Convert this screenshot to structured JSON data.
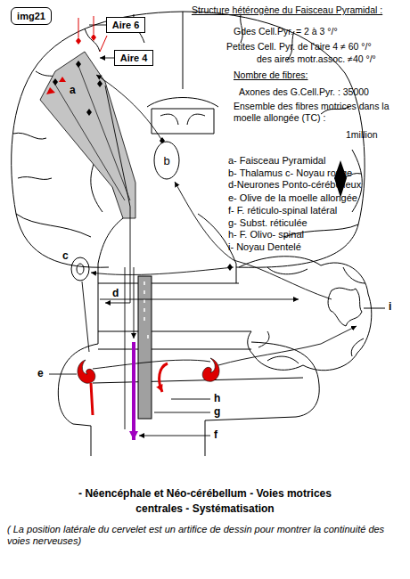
{
  "diagram": {
    "caption": "- Néencéphale et Néo-cérébellum - Voies motrices centrales - Systématisation",
    "nodes": [
      {
        "text": [
          "img21"
        ]
      },
      {
        "text": [
          "Aire 6"
        ]
      },
      {
        "text": [
          "Aire 4"
        ]
      },
      {
        "text": [
          "b"
        ]
      }
    ],
    "labels": [
      "Structure hétérogène du Faisceau Pyramidal :",
      "Gdes Cell.Pyr. = 2 à 3 °/°",
      "Petites Cell. Pyr. de l'aire 4 ≠ 60 °/°",
      "des aires motr.assoc. ≠40 °/°",
      "Nombre de fibres:",
      "Axones des G.Cell.Pyr. : 35000",
      "Ensemble des fibres motrices dans la moelle allongée (TC) :",
      "1million",
      "a- Faisceau Pyramidal",
      "b- Thalamus c- Noyau rouge",
      "d-Neurones Ponto-cérébelleux",
      "e- Olive de la moelle allongée",
      "f- F. réticulo-spinal latéral",
      "g- Subst. réticulée",
      "h- F. Olivo- spinal",
      "i- Noyau Dentelé",
      "a",
      "c",
      "d",
      "e",
      "h",
      "g",
      "f",
      "i",
      "( La position latérale du cervelet est un artifice de dessin pour montrer la continuité des voies nerveuses)"
    ]
  }
}
